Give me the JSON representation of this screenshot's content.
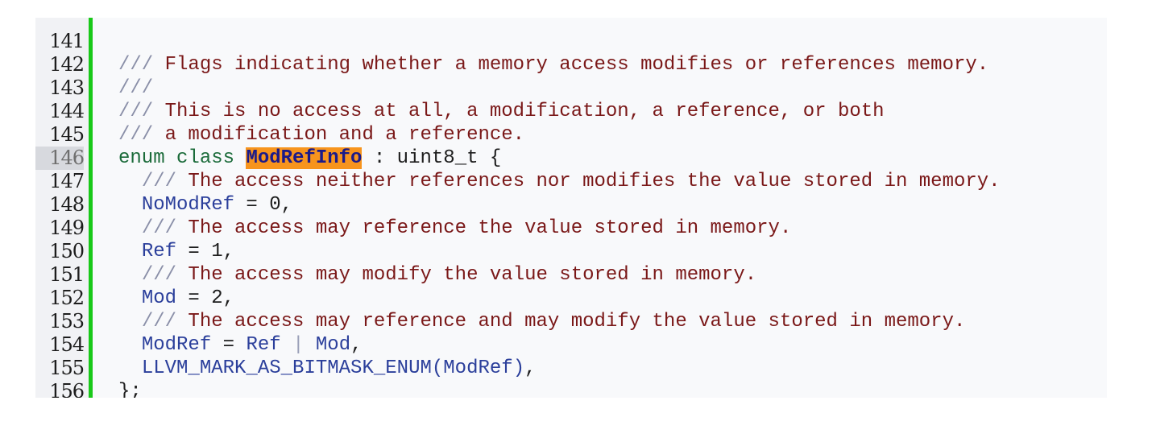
{
  "editor": {
    "highlight_color": "#f7941d",
    "change_bar_color": "#19c919",
    "current_line": "146",
    "lines": [
      {
        "num": "141",
        "parts": []
      },
      {
        "num": "142",
        "parts": [
          [
            "cmt-slash",
            "/// "
          ],
          [
            "cmt",
            "Flags indicating whether a memory access modifies or references memory."
          ]
        ]
      },
      {
        "num": "143",
        "parts": [
          [
            "cmt-slash",
            "///"
          ]
        ]
      },
      {
        "num": "144",
        "parts": [
          [
            "cmt-slash",
            "/// "
          ],
          [
            "cmt",
            "This is no access at all, a modification, a reference, or both"
          ]
        ]
      },
      {
        "num": "145",
        "parts": [
          [
            "cmt-slash",
            "/// "
          ],
          [
            "cmt",
            "a modification and a reference."
          ]
        ]
      },
      {
        "num": "146",
        "parts": [
          [
            "kw",
            "enum class "
          ],
          [
            "hl",
            "ModRefInfo"
          ],
          [
            "txt",
            " : uint8_t {"
          ]
        ]
      },
      {
        "num": "147",
        "parts": [
          [
            "txt",
            "  "
          ],
          [
            "cmt-slash",
            "/// "
          ],
          [
            "cmt",
            "The access neither references nor modifies the value stored in memory."
          ]
        ]
      },
      {
        "num": "148",
        "parts": [
          [
            "txt",
            "  "
          ],
          [
            "ident",
            "NoModRef"
          ],
          [
            "txt",
            " = 0,"
          ]
        ]
      },
      {
        "num": "149",
        "parts": [
          [
            "txt",
            "  "
          ],
          [
            "cmt-slash",
            "/// "
          ],
          [
            "cmt",
            "The access may reference the value stored in memory."
          ]
        ]
      },
      {
        "num": "150",
        "parts": [
          [
            "txt",
            "  "
          ],
          [
            "ident",
            "Ref"
          ],
          [
            "txt",
            " = 1,"
          ]
        ]
      },
      {
        "num": "151",
        "parts": [
          [
            "txt",
            "  "
          ],
          [
            "cmt-slash",
            "/// "
          ],
          [
            "cmt",
            "The access may modify the value stored in memory."
          ]
        ]
      },
      {
        "num": "152",
        "parts": [
          [
            "txt",
            "  "
          ],
          [
            "ident",
            "Mod"
          ],
          [
            "txt",
            " = 2,"
          ]
        ]
      },
      {
        "num": "153",
        "parts": [
          [
            "txt",
            "  "
          ],
          [
            "cmt-slash",
            "/// "
          ],
          [
            "cmt",
            "The access may reference and may modify the value stored in memory."
          ]
        ]
      },
      {
        "num": "154",
        "parts": [
          [
            "txt",
            "  "
          ],
          [
            "ident",
            "ModRef"
          ],
          [
            "txt",
            " = "
          ],
          [
            "ident",
            "Ref"
          ],
          [
            "pipe",
            " | "
          ],
          [
            "ident",
            "Mod"
          ],
          [
            "txt",
            ","
          ]
        ]
      },
      {
        "num": "155",
        "parts": [
          [
            "txt",
            "  "
          ],
          [
            "ident",
            "LLVM_MARK_AS_BITMASK_ENUM(ModRef)"
          ],
          [
            "txt",
            ","
          ]
        ]
      },
      {
        "num": "156",
        "parts": [
          [
            "txt",
            "};"
          ]
        ]
      }
    ]
  }
}
